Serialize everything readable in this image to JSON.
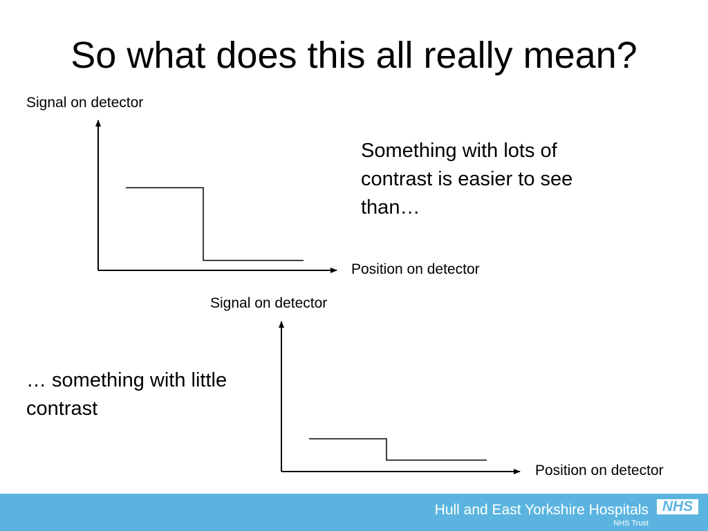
{
  "slide": {
    "title": "So what does this all really mean?",
    "caption_top": "Something with lots of contrast is easier to see than…",
    "caption_bottom": "… something with little contrast"
  },
  "diagram_top": {
    "y_axis_label": "Signal on detector",
    "x_axis_label": "Position on detector",
    "signal_level_high": 0.58,
    "signal_level_low": 0.07
  },
  "diagram_bottom": {
    "y_axis_label": "Signal on detector",
    "x_axis_label": "Position on detector",
    "signal_level_high": 0.23,
    "signal_level_low": 0.08
  },
  "footer": {
    "organisation": "Hull and East Yorkshire Hospitals",
    "trust": "NHS Trust",
    "logo_text": "NHS",
    "background_color": "#5bb4e0"
  }
}
